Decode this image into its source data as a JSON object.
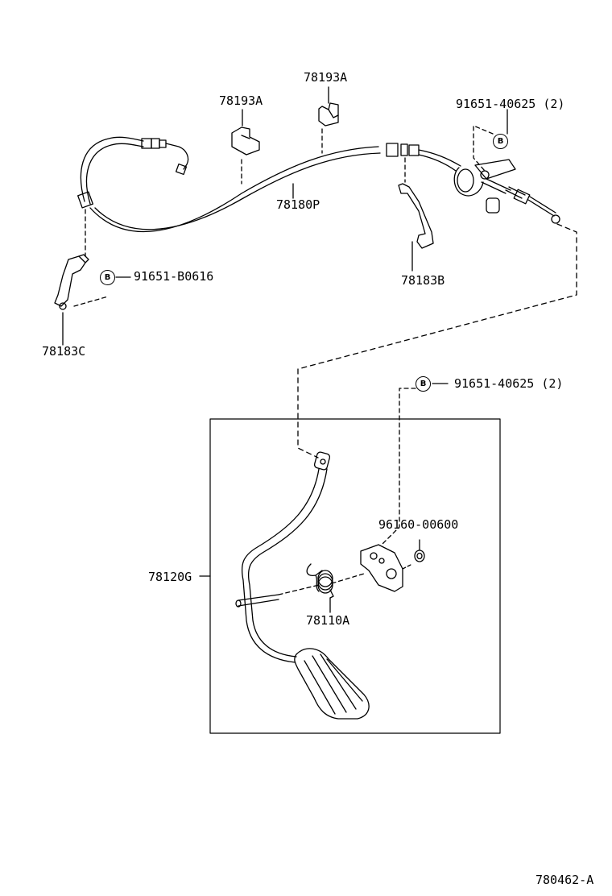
{
  "diagram": {
    "line_color": "#000000",
    "background": "#ffffff",
    "parts": [
      {
        "key": "p78193a_top",
        "label": "78193A",
        "name": "cable-clamp-upper"
      },
      {
        "key": "p78193a_left",
        "label": "78193A",
        "name": "cable-clamp-lower"
      },
      {
        "key": "p91651_40625_top",
        "label": "91651-40625 (2)",
        "name": "bolt-upper"
      },
      {
        "key": "p78180p",
        "label": "78180P",
        "name": "accelerator-cable"
      },
      {
        "key": "p91651_b0616",
        "label": "91651-B0616",
        "name": "bolt-bracket"
      },
      {
        "key": "p78183b",
        "label": "78183B",
        "name": "cable-bracket-b"
      },
      {
        "key": "p78183c",
        "label": "78183C",
        "name": "cable-bracket-c"
      },
      {
        "key": "p91651_40625_bottom",
        "label": "91651-40625 (2)",
        "name": "bolt-lower"
      },
      {
        "key": "p96160_00600",
        "label": "96160-00600",
        "name": "bushing"
      },
      {
        "key": "p78120g",
        "label": "78120G",
        "name": "accelerator-pedal-assembly"
      },
      {
        "key": "p78110a",
        "label": "78110A",
        "name": "pedal-return-spring"
      }
    ],
    "bolt_symbol": "B",
    "figure_code": "780462-A"
  }
}
